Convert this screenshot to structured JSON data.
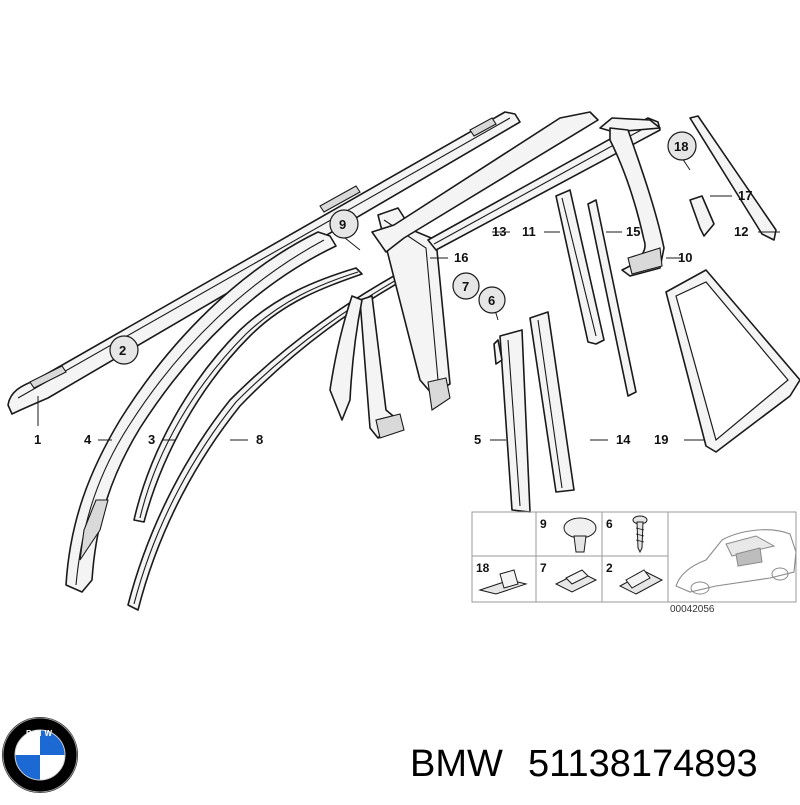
{
  "diagram": {
    "callouts": {
      "c1": "1",
      "c2": "2",
      "c3": "3",
      "c4": "4",
      "c5": "5",
      "c6": "6",
      "c7": "7",
      "c8": "8",
      "c9": "9",
      "c10": "10",
      "c11": "11",
      "c12": "12",
      "c13": "13",
      "c14": "14",
      "c15": "15",
      "c16": "16",
      "c17": "17",
      "c18": "18",
      "c19": "19"
    },
    "legend": {
      "cells": [
        "9",
        "6",
        "18",
        "7",
        "2"
      ],
      "doc_id": "00042056"
    }
  },
  "footer": {
    "brand": "BMW",
    "part_number": "51138174893",
    "logo_letters": "BMW",
    "colors": {
      "logo_blue": "#1c69d4",
      "logo_ring": "#000000",
      "logo_white": "#ffffff"
    }
  }
}
